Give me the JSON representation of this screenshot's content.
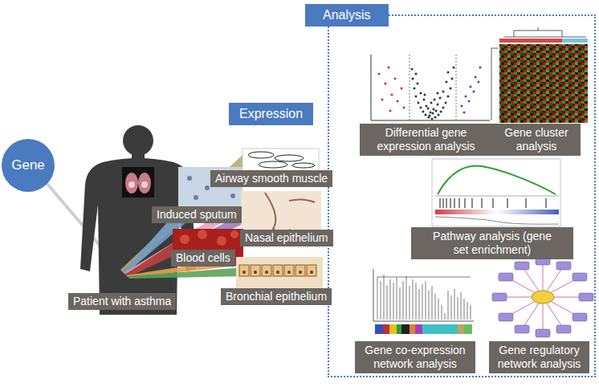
{
  "diagram": {
    "nodes": [
      {
        "text": [
          "Gene"
        ]
      },
      {
        "text": [
          "Analysis"
        ]
      },
      {
        "text": [
          "Expression"
        ]
      },
      {
        "text": [
          "Differential gene expression analysis"
        ],
        "in": 1
      },
      {
        "text": [
          "Gene cluster analysis"
        ],
        "in": 1
      },
      {
        "text": [
          "Airway smooth muscle"
        ]
      },
      {
        "text": [
          "Induced sputum"
        ]
      },
      {
        "text": [
          "Nasal epithelium"
        ]
      },
      {
        "text": [
          "Pathway analysis (gene set enrichment)"
        ],
        "in": 1
      },
      {
        "text": [
          "Blood cells"
        ]
      },
      {
        "text": [
          "Bronchial epithelium"
        ]
      },
      {
        "text": [
          "Patient with asthma"
        ]
      },
      {
        "text": [
          "Gene co-expression network analysis"
        ],
        "in": 1
      },
      {
        "text": [
          "Gene regulatory network analysis"
        ],
        "in": 1
      }
    ]
  }
}
